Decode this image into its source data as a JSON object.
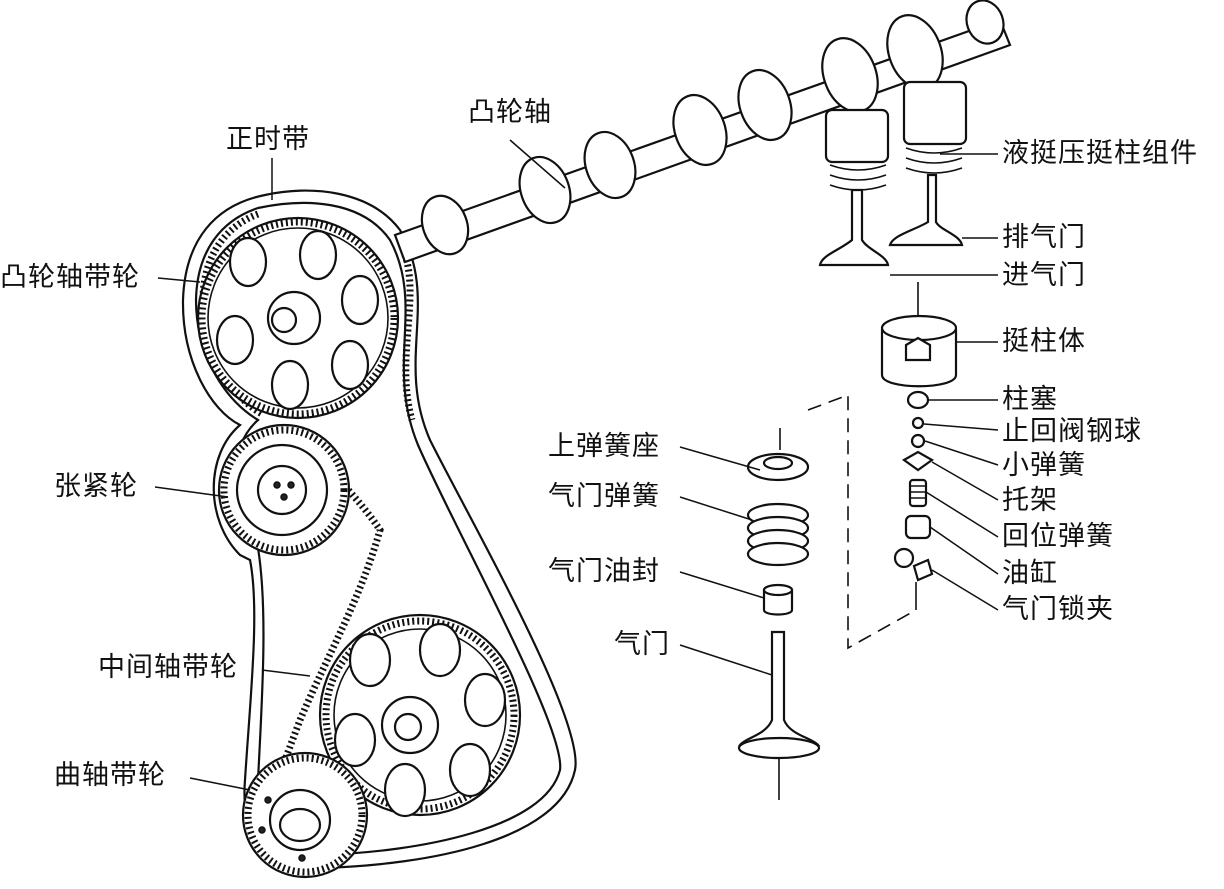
{
  "labels": {
    "timing_belt": "正时带",
    "camshaft": "凸轮轴",
    "hydraulic_lifter_assembly": "液挺压挺柱组件",
    "exhaust_valve": "排气门",
    "intake_valve": "进气门",
    "camshaft_pulley": "凸轮轴带轮",
    "lifter_body": "挺柱体",
    "plunger": "柱塞",
    "check_ball": "止回阀钢球",
    "small_spring": "小弹簧",
    "bracket": "托架",
    "return_spring": "回位弹簧",
    "cylinder": "油缸",
    "valve_keepers": "气门锁夹",
    "upper_spring_seat": "上弹簧座",
    "valve_spring": "气门弹簧",
    "valve_oil_seal": "气门油封",
    "valve": "气门",
    "tensioner": "张紧轮",
    "intermediate_shaft_pulley": "中间轴带轮",
    "crankshaft_pulley": "曲轴带轮"
  }
}
